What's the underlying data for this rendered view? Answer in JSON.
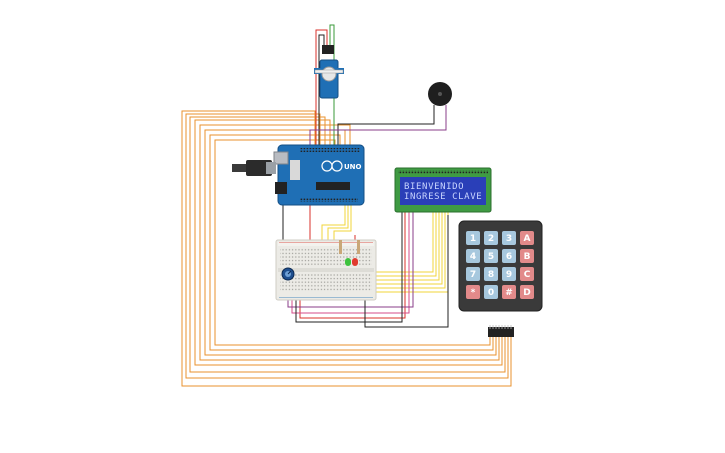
{
  "lcd": {
    "line1": "BIENVENIDO",
    "line2": "INGRESE CLAVE"
  },
  "arduino": {
    "model_label": "UNO"
  },
  "keypad": {
    "keys": [
      {
        "label": "1",
        "kind": "digit"
      },
      {
        "label": "2",
        "kind": "digit"
      },
      {
        "label": "3",
        "kind": "digit"
      },
      {
        "label": "A",
        "kind": "letter"
      },
      {
        "label": "4",
        "kind": "digit"
      },
      {
        "label": "5",
        "kind": "digit"
      },
      {
        "label": "6",
        "kind": "digit"
      },
      {
        "label": "B",
        "kind": "letter"
      },
      {
        "label": "7",
        "kind": "digit"
      },
      {
        "label": "8",
        "kind": "digit"
      },
      {
        "label": "9",
        "kind": "digit"
      },
      {
        "label": "C",
        "kind": "letter"
      },
      {
        "label": "*",
        "kind": "letter"
      },
      {
        "label": "0",
        "kind": "digit"
      },
      {
        "label": "#",
        "kind": "letter"
      },
      {
        "label": "D",
        "kind": "letter"
      }
    ]
  },
  "colors": {
    "wire_orange": "#e8922e",
    "wire_yellow": "#f2d43a",
    "wire_red": "#d8322b",
    "wire_green": "#3a9a3a",
    "wire_purple": "#8a3c8a",
    "wire_black": "#222222",
    "wire_pink": "#d64b8a",
    "board_blue": "#1f6fb5",
    "lcd_green": "#3f9b43",
    "lcd_screen": "#2a3fb8",
    "key_blue": "#a7c8de",
    "key_red": "#e28a8a"
  }
}
